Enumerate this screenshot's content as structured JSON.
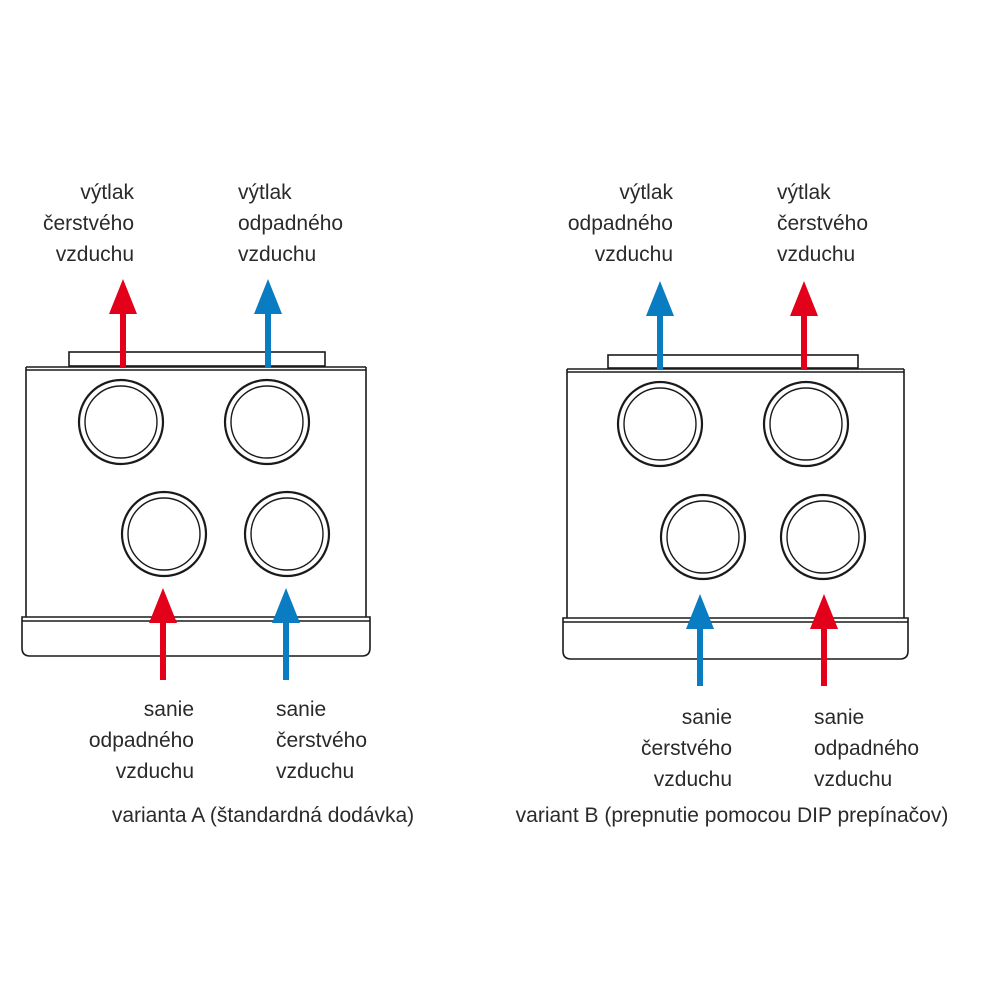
{
  "colors": {
    "warm": "#e2001a",
    "cold": "#0a7cc1",
    "line": "#1a1a1a",
    "text": "#2a2a2a"
  },
  "variant_a": {
    "caption": "varianta A (štandardná dodávka)",
    "top_left": {
      "l1": "výtlak",
      "l2": "čerstvého",
      "l3": "vzduchu",
      "arrow_color": "warm"
    },
    "top_right": {
      "l1": "výtlak",
      "l2": "odpadného",
      "l3": "vzduchu",
      "arrow_color": "cold"
    },
    "bottom_left": {
      "l1": "sanie",
      "l2": "odpadného",
      "l3": "vzduchu",
      "arrow_color": "warm"
    },
    "bottom_right": {
      "l1": "sanie",
      "l2": "čerstvého",
      "l3": "vzduchu",
      "arrow_color": "cold"
    }
  },
  "variant_b": {
    "caption": "variant B (prepnutie pomocou DIP prepínačov)",
    "top_left": {
      "l1": "výtlak",
      "l2": "odpadného",
      "l3": "vzduchu",
      "arrow_color": "cold"
    },
    "top_right": {
      "l1": "výtlak",
      "l2": "čerstvého",
      "l3": "vzduchu",
      "arrow_color": "warm"
    },
    "bottom_left": {
      "l1": "sanie",
      "l2": "čerstvého",
      "l3": "vzduchu",
      "arrow_color": "cold"
    },
    "bottom_right": {
      "l1": "sanie",
      "l2": "odpadného",
      "l3": "vzduchu",
      "arrow_color": "warm"
    }
  }
}
